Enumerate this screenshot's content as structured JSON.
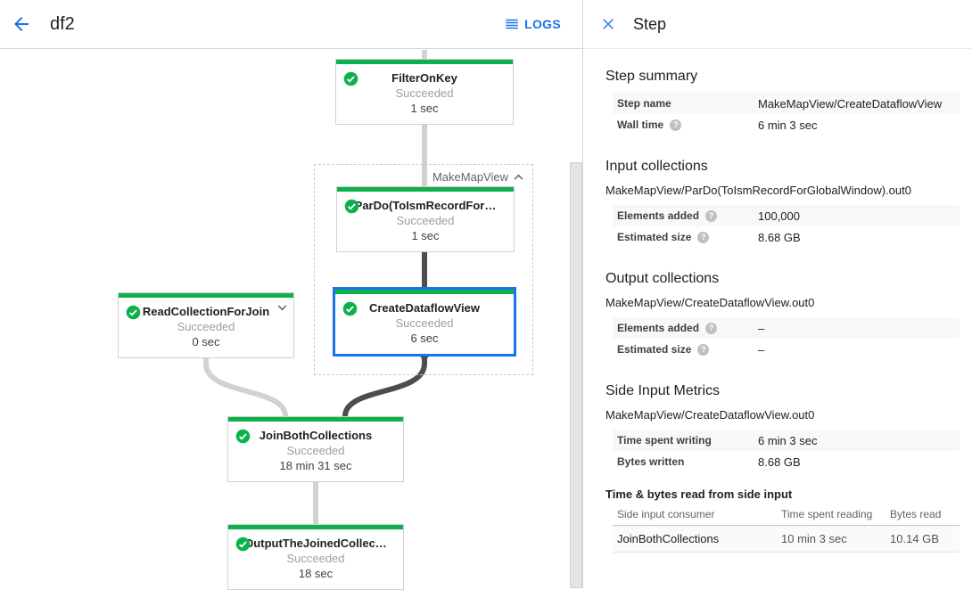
{
  "colors": {
    "accent_blue": "#1a73e8",
    "success_green": "#0db14b",
    "selected_border": "#1a73e8"
  },
  "icons": {
    "back": "arrow-left",
    "logs": "list-lines",
    "close": "x",
    "node_status": "check-circle",
    "help": "question-mark",
    "group_state": "chevron-up",
    "node_expand": "chevron-down"
  },
  "topbar": {
    "title": "df2",
    "logs_label": "LOGS"
  },
  "graph": {
    "group_label": "MakeMapView",
    "nodes": [
      {
        "title": "FilterOnKey",
        "status": "Succeeded",
        "time": "1 sec"
      },
      {
        "title": "ParDo(ToIsmRecordFor…",
        "status": "Succeeded",
        "time": "1 sec"
      },
      {
        "title": "CreateDataflowView",
        "status": "Succeeded",
        "time": "6 sec",
        "selected": true
      },
      {
        "title": "ReadCollectionForJoin",
        "status": "Succeeded",
        "time": "0 sec"
      },
      {
        "title": "JoinBothCollections",
        "status": "Succeeded",
        "time": "18 min 31 sec"
      },
      {
        "title": "OutputTheJoinedCollec…",
        "status": "Succeeded",
        "time": "18 sec"
      }
    ]
  },
  "panel": {
    "title": "Step",
    "step_summary": {
      "heading": "Step summary",
      "rows": [
        {
          "label": "Step name",
          "value": "MakeMapView/CreateDataflowView"
        },
        {
          "label": "Wall time",
          "value": "6 min 3 sec"
        }
      ]
    },
    "input_collections": {
      "heading": "Input collections",
      "collection": "MakeMapView/ParDo(ToIsmRecordForGlobalWindow).out0",
      "rows": [
        {
          "label": "Elements added",
          "value": "100,000"
        },
        {
          "label": "Estimated size",
          "value": "8.68 GB"
        }
      ]
    },
    "output_collections": {
      "heading": "Output collections",
      "collection": "MakeMapView/CreateDataflowView.out0",
      "rows": [
        {
          "label": "Elements added",
          "value": "–"
        },
        {
          "label": "Estimated size",
          "value": "–"
        }
      ]
    },
    "side_input_metrics": {
      "heading": "Side Input Metrics",
      "collection": "MakeMapView/CreateDataflowView.out0",
      "rows": [
        {
          "label": "Time spent writing",
          "value": "6 min 3 sec"
        },
        {
          "label": "Bytes written",
          "value": "8.68 GB"
        }
      ]
    },
    "side_input_table": {
      "heading": "Time & bytes read from side input",
      "columns": [
        "Side input consumer",
        "Time spent reading",
        "Bytes read"
      ],
      "rows": [
        {
          "consumer": "JoinBothCollections",
          "time": "10 min 3 sec",
          "bytes": "10.14 GB"
        }
      ]
    }
  }
}
